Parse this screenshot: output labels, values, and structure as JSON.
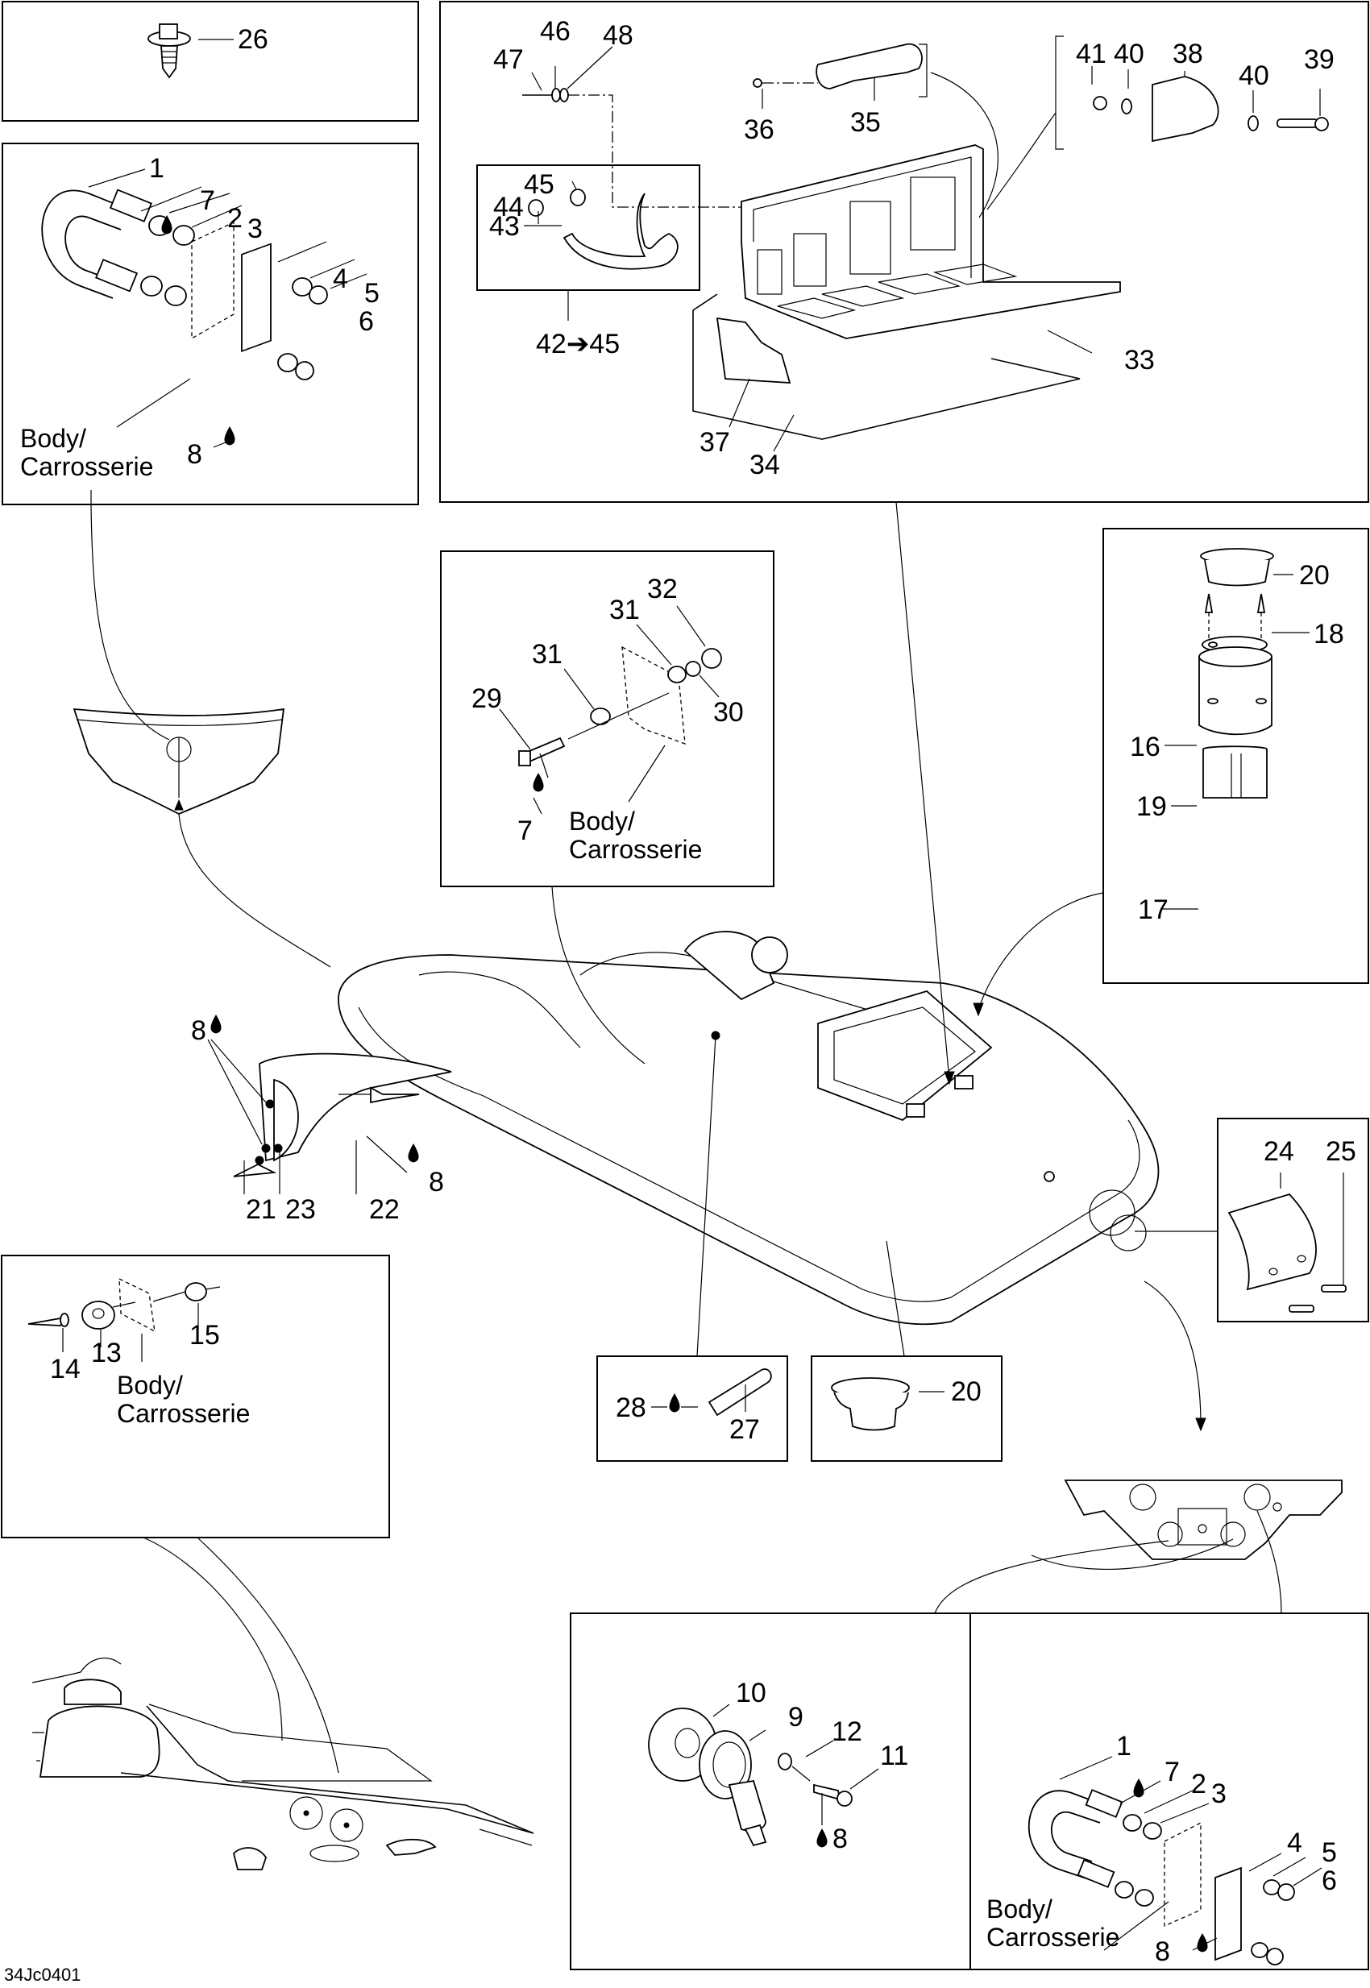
{
  "diagram": {
    "figure_code": "34Jc0401",
    "body_label_line1": "Body/",
    "body_label_line2": "Carrosserie",
    "kit_label": "42➔45",
    "lubricant_icon": "oil-drop-icon",
    "panels": {
      "screw_panel": {
        "labels": [
          "26"
        ]
      },
      "ubolt_panel_top": {
        "labels": [
          "1",
          "7",
          "2",
          "3",
          "4",
          "5",
          "6",
          "8"
        ]
      },
      "storage_panel": {
        "labels": [
          "46",
          "48",
          "47",
          "36",
          "35",
          "41",
          "40",
          "38",
          "40",
          "39",
          "45",
          "44",
          "43",
          "33",
          "37",
          "34"
        ]
      },
      "bolt_panel": {
        "labels": [
          "32",
          "31",
          "31",
          "29",
          "30",
          "7"
        ]
      },
      "cupholder_panel": {
        "labels": [
          "20",
          "18",
          "16",
          "19",
          "17"
        ]
      },
      "bow_detail": {
        "labels": [
          "8",
          "21",
          "23",
          "22",
          "8"
        ]
      },
      "bumper_panel": {
        "labels": [
          "24",
          "25"
        ]
      },
      "rivet_panel": {
        "labels": [
          "14",
          "13",
          "15"
        ]
      },
      "seal_panel": {
        "labels": [
          "28",
          "27"
        ]
      },
      "cup_panel": {
        "labels": [
          "20"
        ]
      },
      "drain_panel": {
        "labels": [
          "10",
          "9",
          "12",
          "11",
          "8"
        ]
      },
      "ubolt_panel_bottom": {
        "labels": [
          "1",
          "7",
          "2",
          "3",
          "4",
          "5",
          "6",
          "8"
        ]
      }
    }
  }
}
